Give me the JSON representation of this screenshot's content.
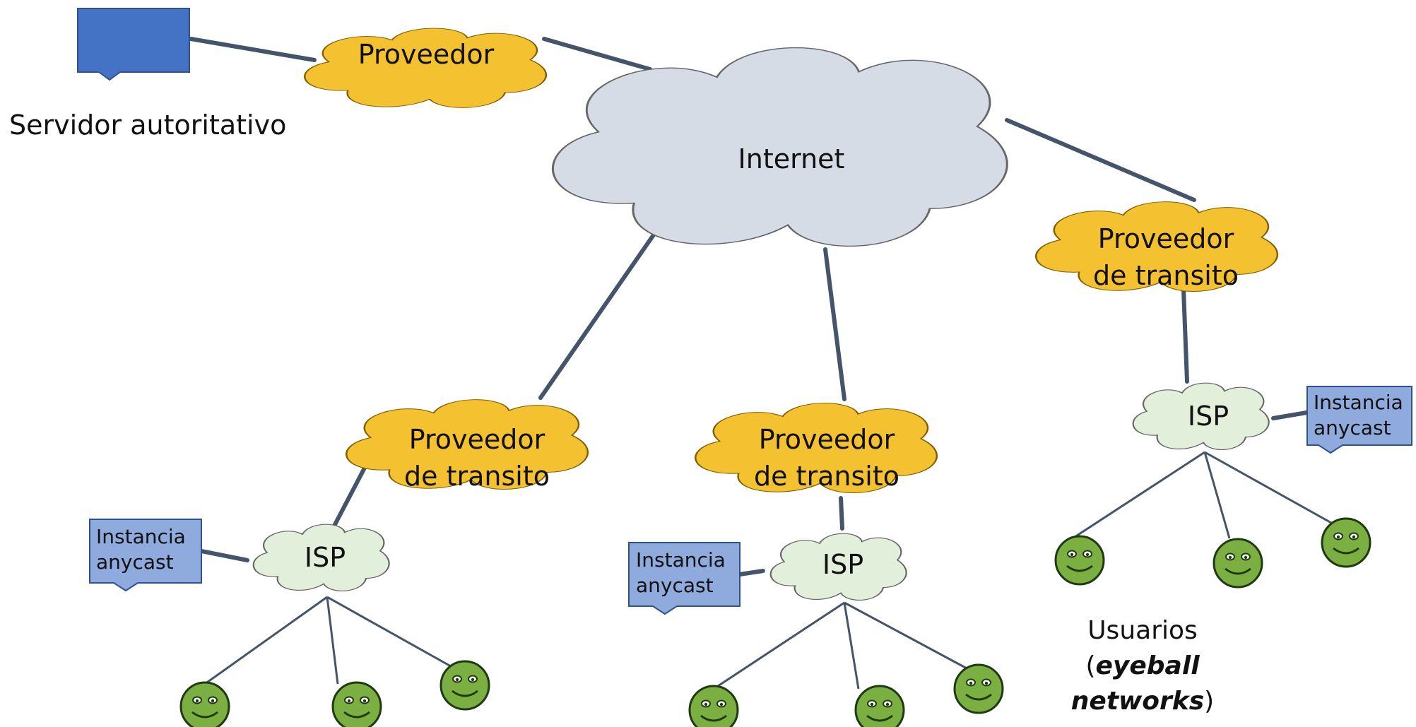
{
  "server": {
    "label": "Servidor autoritativo"
  },
  "provider": {
    "label": "Proveedor"
  },
  "internet": {
    "label": "Internet"
  },
  "transit": {
    "line1": "Proveedor",
    "line2": "de transito"
  },
  "isp": {
    "label": "ISP"
  },
  "anycast": {
    "line1": "Instancia",
    "line2": "anycast"
  },
  "users": {
    "line1": "Usuarios",
    "line2_open": "(",
    "line2_em": "eyeball",
    "line3_em": "networks",
    "line3_close": ")"
  },
  "colors": {
    "server_blue": "#4472C4",
    "anycast_blue": "#8FAADC",
    "transit_orange": "#F4C131",
    "internet_grey": "#D6DCE5",
    "isp_green": "#E2EFDA",
    "user_green": "#7CAF42",
    "link_dark": "#44546A"
  }
}
